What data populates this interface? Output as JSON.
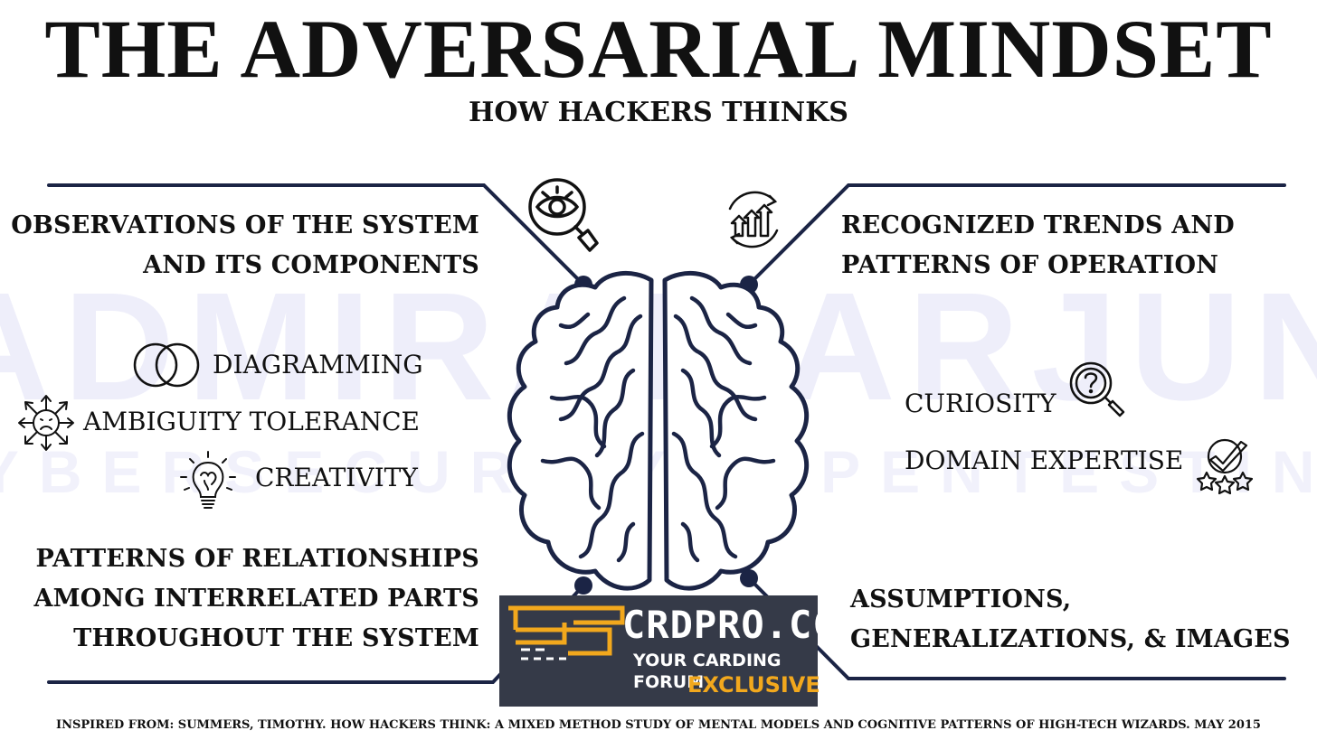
{
  "header": {
    "title": "THE ADVERSARIAL MINDSET",
    "subtitle": "HOW HACKERS THINKS"
  },
  "watermark": {
    "line1": "ADMIRAL ARJUN",
    "line2": "CYBERSECURITY & PENTESTING"
  },
  "quadrants": {
    "top_left": [
      "OBSERVATIONS OF THE SYSTEM",
      "AND ITS COMPONENTS"
    ],
    "top_right": [
      "RECOGNIZED TRENDS AND",
      "PATTERNS OF OPERATION"
    ],
    "bottom_left": [
      "PATTERNS OF RELATIONSHIPS",
      "AMONG INTERRELATED PARTS",
      "THROUGHOUT THE SYSTEM"
    ],
    "bottom_right": [
      "ASSUMPTIONS,",
      "GENERALIZATIONS, & IMAGES"
    ]
  },
  "traits_left": [
    {
      "label": "DIAGRAMMING",
      "icon": "venn-diagram-icon"
    },
    {
      "label": "AMBIGUITY TOLERANCE",
      "icon": "confused-face-arrows-icon"
    },
    {
      "label": "CREATIVITY",
      "icon": "lightbulb-brain-icon"
    }
  ],
  "traits_right": [
    {
      "label": "CURIOSITY",
      "icon": "question-magnifier-icon"
    },
    {
      "label": "DOMAIN EXPERTISE",
      "icon": "check-stars-icon"
    }
  ],
  "badge": {
    "brand": "CRDPRO.CC",
    "tagline": "YOUR CARDING FORUM",
    "exclusive": "EXCLUSIVE",
    "accent_color": "#f2a81d",
    "background_color": "#353a48"
  },
  "footer": {
    "citation": "INSPIRED FROM: SUMMERS, TIMOTHY. HOW HACKERS THINK: A MIXED METHOD STUDY OF MENTAL MODELS AND COGNITIVE PATTERNS OF HIGH-TECH WIZARDS. MAY 2015"
  },
  "colors": {
    "line_navy": "#1b2445",
    "text": "#111111",
    "watermark": "#eeeefa"
  }
}
